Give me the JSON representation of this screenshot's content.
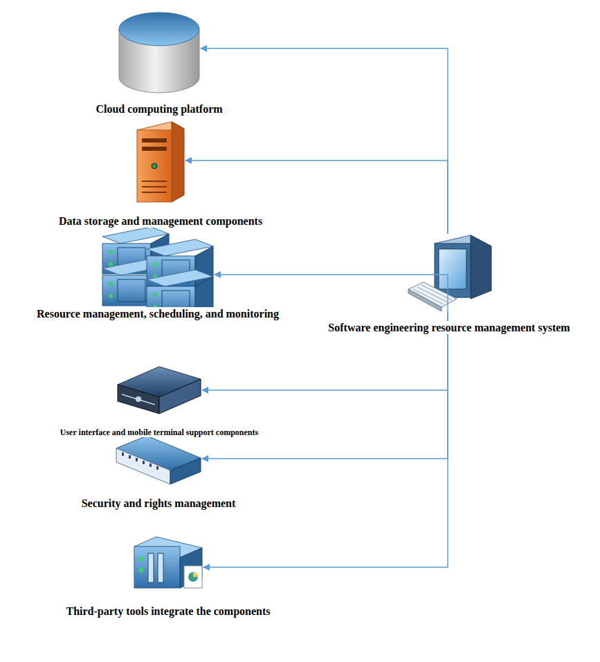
{
  "diagram": {
    "nodes": [
      {
        "text": [
          "Cloud computing platform"
        ]
      },
      {
        "text": [
          "Data storage and management components"
        ]
      },
      {
        "text": [
          "Resource management, scheduling, and monitoring"
        ]
      },
      {
        "text": [
          "User interface and mobile terminal support components"
        ]
      },
      {
        "text": [
          "Security and rights management"
        ]
      },
      {
        "text": [
          "Third-party tools integrate the components"
        ]
      },
      {
        "text": [
          "Software engineering resource management system"
        ]
      }
    ],
    "edges": [
      {
        "from": 6,
        "to": 0,
        "arrow": "to"
      },
      {
        "from": 6,
        "to": 1,
        "arrow": "to"
      },
      {
        "from": 6,
        "to": 2,
        "arrow": "to"
      },
      {
        "from": 6,
        "to": 3,
        "arrow": "to"
      },
      {
        "from": 6,
        "to": 4,
        "arrow": "to"
      },
      {
        "from": 6,
        "to": 5,
        "arrow": "to"
      }
    ]
  }
}
